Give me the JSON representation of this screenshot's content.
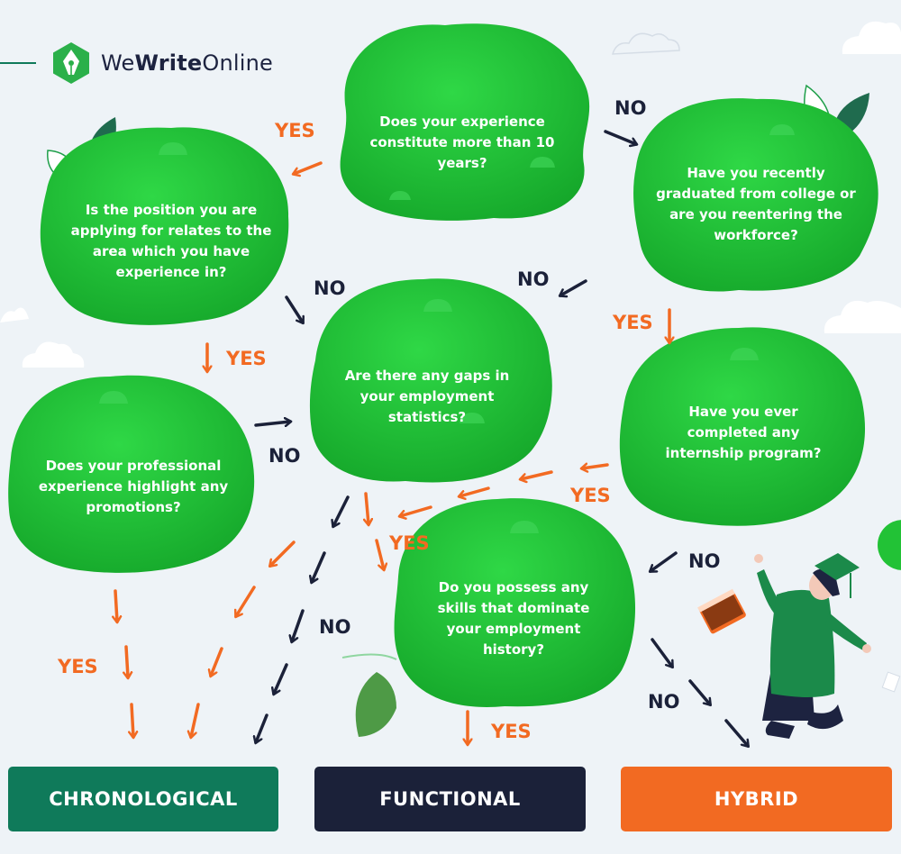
{
  "brand": {
    "name_part1": "We",
    "name_part2": "Write",
    "name_part3": "Online"
  },
  "questions": {
    "q1": "Does your experience constitute more than 10 years?",
    "q2": "Is the position you are applying for relates to the area which you have experience in?",
    "q3": "Have you recently graduated from college or are you reentering the workforce?",
    "q4": "Are there any gaps in your employment statistics?",
    "q5": "Have you ever completed any internship program?",
    "q6": "Does your professional experience highlight any promotions?",
    "q7": "Do you possess any skills that dominate your employment history?"
  },
  "labels": {
    "yes": "YES",
    "no": "NO"
  },
  "outcomes": {
    "chronological": "CHRONOLOGICAL",
    "functional": "FUNCTIONAL",
    "hybrid": "HYBRID"
  },
  "colors": {
    "background": "#eef3f7",
    "blob_green": "#22c236",
    "yes_orange": "#f26a22",
    "no_navy": "#1b2139",
    "chronological": "#0f7a5a",
    "functional": "#1b2139",
    "hybrid": "#f26a22"
  },
  "icons": [
    "pen-nib-logo-icon",
    "cloud-icon",
    "leaf-icon",
    "graduate-illustration",
    "arrow-icon"
  ]
}
